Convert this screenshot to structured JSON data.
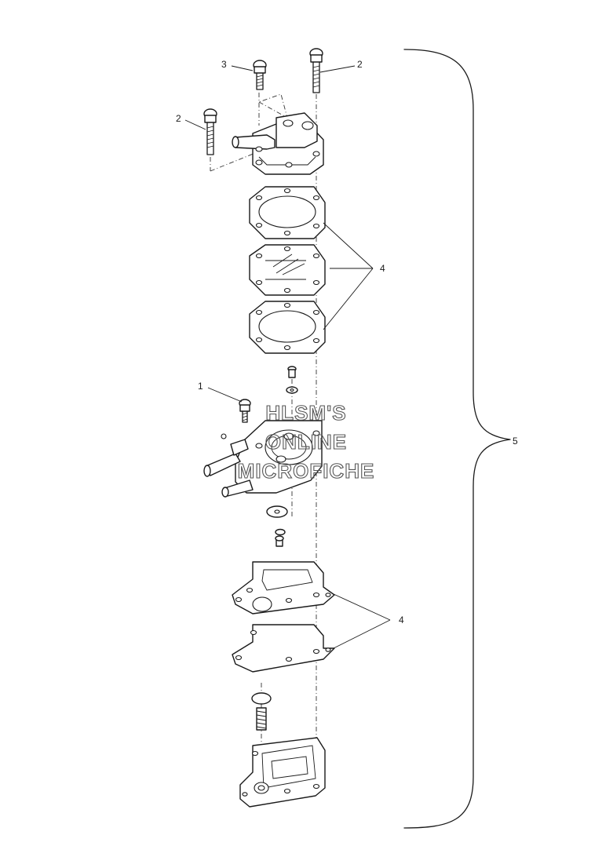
{
  "callouts": {
    "c1": "1",
    "c2a": "2",
    "c2b": "2",
    "c3": "3",
    "c4a": "4",
    "c4b": "4",
    "c5": "5"
  },
  "watermark": {
    "line1": "HLSM'S",
    "line2": "ONLINE",
    "line3": "MICROFICHE"
  }
}
